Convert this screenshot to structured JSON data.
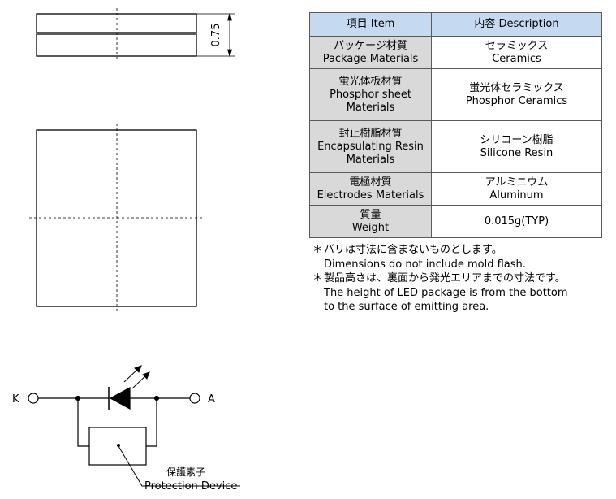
{
  "dimension_label": "0.75",
  "table": {
    "header": {
      "item": "項目 Item",
      "description": "内容 Description"
    },
    "rows": [
      {
        "item": [
          "パッケージ材質",
          "Package Materials"
        ],
        "value": [
          "セラミックス",
          "Ceramics"
        ]
      },
      {
        "item": [
          "蛍光体板材質",
          "Phosphor sheet",
          "Materials"
        ],
        "value": [
          "蛍光体セラミックス",
          "Phosphor Ceramics"
        ]
      },
      {
        "item": [
          "封止樹脂材質",
          "Encapsulating Resin",
          "Materials"
        ],
        "value": [
          "シリコーン樹脂",
          "Silicone Resin"
        ]
      },
      {
        "item": [
          "電極材質",
          "Electrodes Materials"
        ],
        "value": [
          "アルミニウム",
          "Aluminum"
        ]
      },
      {
        "item": [
          "質量",
          "Weight"
        ],
        "value": [
          "0.015g(TYP)"
        ]
      }
    ]
  },
  "notes": [
    {
      "mark": "＊",
      "lines": [
        "バリは寸法に含まないものとします。",
        "Dimensions do not include mold flash."
      ]
    },
    {
      "mark": "＊",
      "lines": [
        "製品高さは、裏面から発光エリアまでの寸法です。",
        "The height of LED package is from the bottom",
        "to the surface of emitting area."
      ]
    }
  ],
  "circuit": {
    "terminal_k": "K",
    "terminal_a": "A",
    "protection_label_jp": "保護素子",
    "protection_label_en": "Protection Device"
  }
}
